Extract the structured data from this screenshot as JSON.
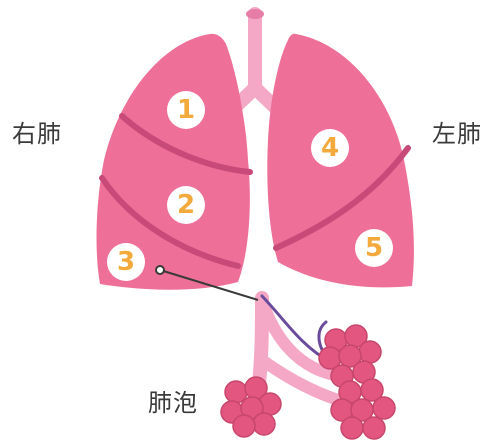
{
  "labels": {
    "right_lung": "右肺",
    "left_lung": "左肺",
    "alveoli": "肺泡"
  },
  "lobes": [
    {
      "number": "1"
    },
    {
      "number": "2"
    },
    {
      "number": "3"
    },
    {
      "number": "4"
    },
    {
      "number": "5"
    }
  ],
  "colors": {
    "lung": "#ee6f98",
    "lung_fissure": "#c84a79",
    "trachea": "#f4a8c6",
    "vessel": "#6a4b9c",
    "alveoli": "#e2567f",
    "lobe_badge": "#ffffff",
    "lobe_number": "#f3a93b",
    "pointer": "#3a3a3a"
  }
}
